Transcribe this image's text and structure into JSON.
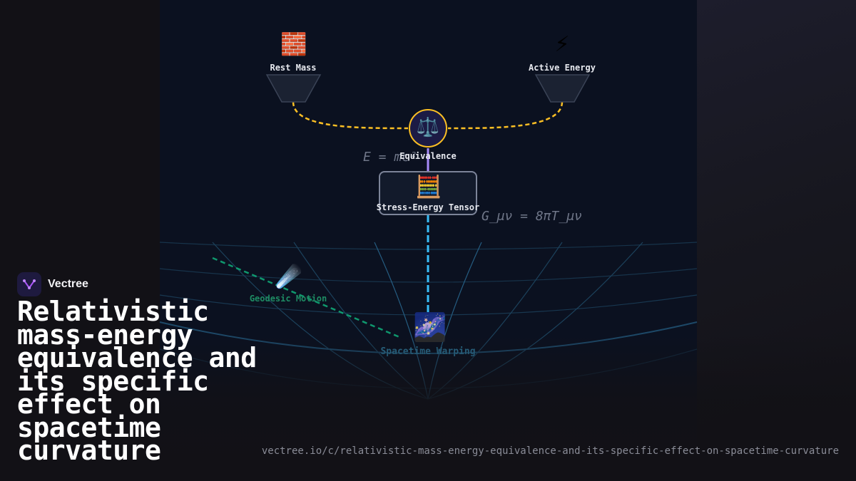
{
  "brand": {
    "name": "Vectree",
    "accent": "#a855f7"
  },
  "title": "Relativistic mass-energy equivalence and its specific effect on spacetime curvature",
  "url": "vectree.io/c/relativistic-mass-energy-equivalence-and-its-specific-effect-on-spacetime-curvature",
  "diagram": {
    "nodes": {
      "rest_mass": {
        "label": "Rest Mass",
        "icon": "brick-icon",
        "glyph": "🧱"
      },
      "active_energy": {
        "label": "Active Energy",
        "icon": "lightning-icon",
        "glyph": "⚡"
      },
      "equivalence": {
        "label": "Equivalence",
        "icon": "balance-scale-icon",
        "glyph": "⚖️"
      },
      "stress_energy": {
        "label": "Stress-Energy Tensor",
        "icon": "abacus-icon",
        "glyph": "🧮"
      },
      "geodesic": {
        "label": "Geodesic Motion",
        "icon": "comet-icon",
        "glyph": "☄️"
      },
      "spacetime": {
        "label": "Spacetime Warping",
        "icon": "milky-way-icon",
        "glyph": "🌌"
      }
    },
    "formulas": {
      "mass_energy": "E = mc²",
      "field_equation": "G_μν = 8πT_μν"
    },
    "colors": {
      "mass_link": "#fbbf24",
      "tensor_link": "#a78bfa",
      "curvature_link": "#38bdf8",
      "geodesic_link": "#10b981",
      "grid": "#1f4a66"
    }
  }
}
